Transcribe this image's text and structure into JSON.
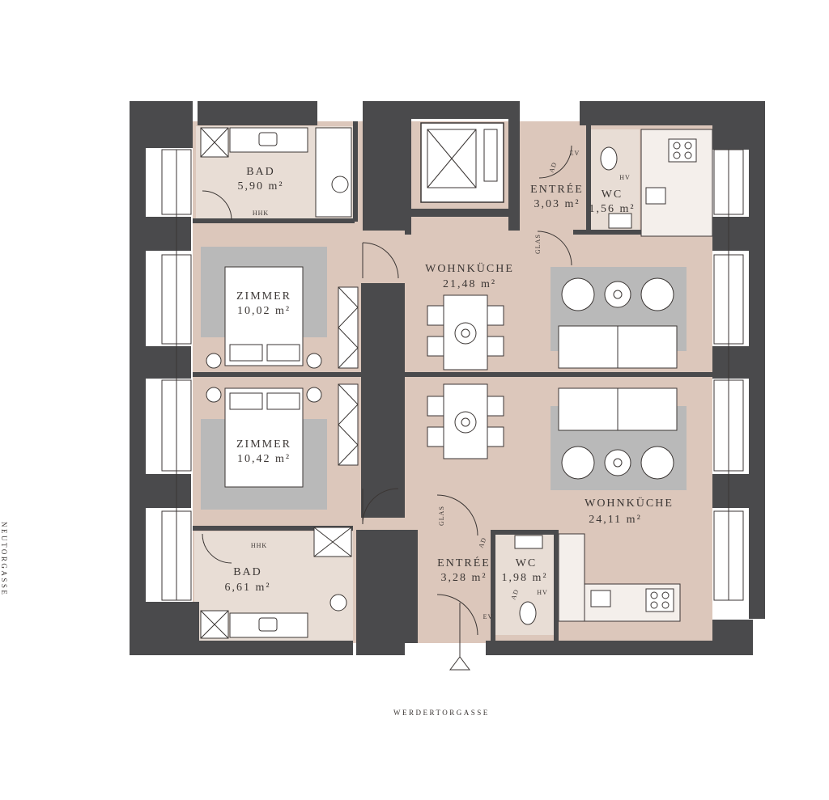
{
  "streets": {
    "left": "NEUTORGASSE",
    "bottom": "WERDERTORGASSE"
  },
  "rooms": {
    "bad_top": {
      "name": "BAD",
      "area": "5,90 m²"
    },
    "zimmer_top": {
      "name": "ZIMMER",
      "area": "10,02 m²"
    },
    "wohnkueche_top": {
      "name": "WOHNKÜCHE",
      "area": "21,48 m²"
    },
    "entree_top": {
      "name": "ENTRÉE",
      "area": "3,03 m²"
    },
    "wc_top": {
      "name": "WC",
      "area": "1,56 m²"
    },
    "zimmer_bottom": {
      "name": "ZIMMER",
      "area": "10,42 m²"
    },
    "wohnkueche_bottom": {
      "name": "WOHNKÜCHE",
      "area": "24,11 m²"
    },
    "bad_bottom": {
      "name": "BAD",
      "area": "6,61 m²"
    },
    "entree_bottom": {
      "name": "ENTRÉE",
      "area": "3,28 m²"
    },
    "wc_bottom": {
      "name": "WC",
      "area": "1,98 m²"
    }
  },
  "marks": {
    "hhk": "HHK",
    "ev": "EV",
    "hv": "HV",
    "ad": "AD",
    "glas": "GLAS"
  },
  "colors": {
    "wall": "#4a4a4c",
    "floor_living": "#dcc7bb",
    "floor_wet": "#e8ddd5",
    "rug": "#b9b9b9",
    "line": "#3b3634"
  }
}
